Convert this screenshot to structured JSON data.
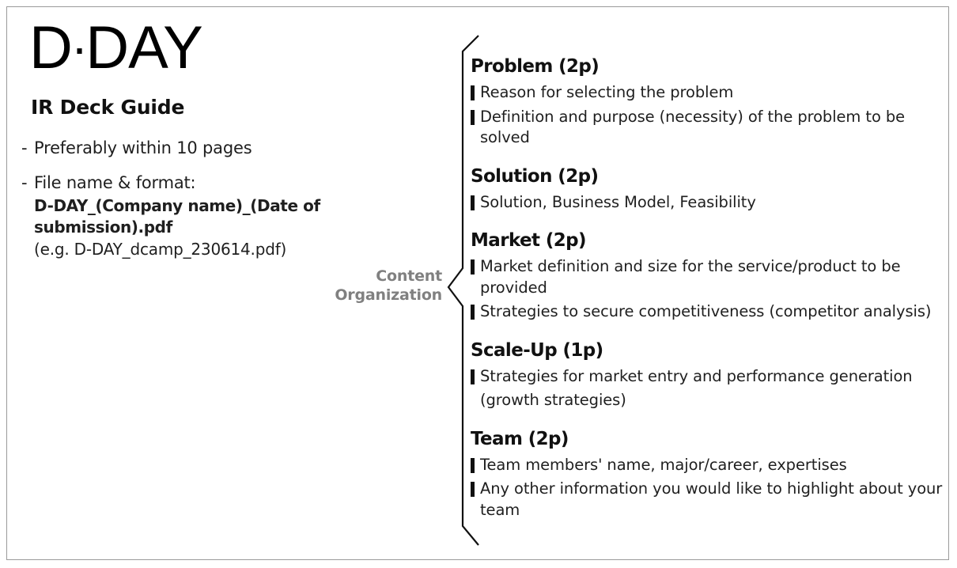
{
  "document": {
    "logo": {
      "left": "D",
      "middot": "·",
      "right": "DAY"
    },
    "subtitle": "IR Deck Guide",
    "notes": [
      {
        "dash": "-",
        "text": "Preferably within 10 pages",
        "strong": "",
        "sub": ""
      },
      {
        "dash": "-",
        "text": "File name & format:",
        "strong": "D-DAY_(Company name)_(Date of submission).pdf",
        "sub": "(e.g. D-DAY_dcamp_230614.pdf)"
      }
    ],
    "brace_label": "Content\nOrganization",
    "brace_label_line1": "Content",
    "brace_label_line2": "Organization",
    "sections": [
      {
        "title": "Problem (2p)",
        "bullets": [
          "Reason for selecting the problem",
          "Definition and purpose (necessity) of the problem to be solved"
        ],
        "continuation": ""
      },
      {
        "title": "Solution (2p)",
        "bullets": [
          "Solution, Business Model, Feasibility"
        ],
        "continuation": ""
      },
      {
        "title": "Market (2p)",
        "bullets": [
          "Market definition and size for the service/product to be provided",
          "Strategies to secure competitiveness (competitor analysis)"
        ],
        "continuation": ""
      },
      {
        "title": "Scale-Up (1p)",
        "bullets": [
          "Strategies for market entry and performance generation"
        ],
        "continuation": "(growth strategies)"
      },
      {
        "title": "Team (2p)",
        "bullets": [
          "Team members' name, major/career, expertises",
          "Any other information you would like to highlight about your team"
        ],
        "continuation": ""
      }
    ]
  },
  "colors": {
    "text": "#1f1f1f",
    "heading": "#111111",
    "muted_gray": "#808080",
    "border": "#9a9a9a",
    "bullet_bar": "#111111"
  }
}
